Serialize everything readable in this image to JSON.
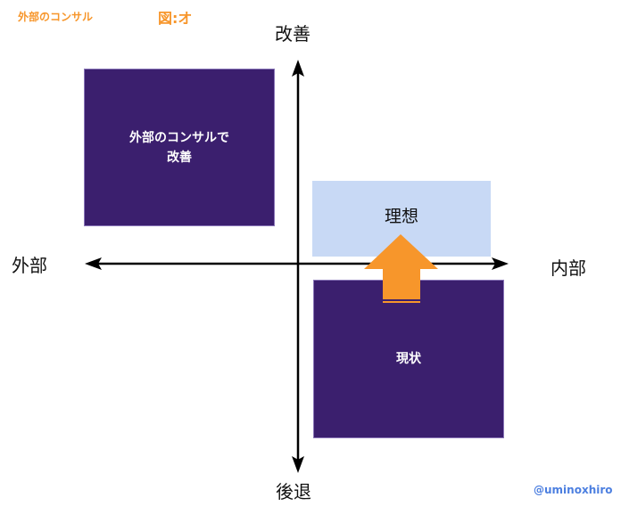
{
  "header": {
    "title": "外部のコンサル",
    "figure_label": "図:オ"
  },
  "axes": {
    "top": "改善",
    "bottom": "後退",
    "left": "外部",
    "right": "内部"
  },
  "boxes": {
    "external_consultant": {
      "line1": "外部のコンサルで",
      "line2": "改善"
    },
    "ideal": "理想",
    "current": "現状"
  },
  "credit": "@uminoxhiro",
  "colors": {
    "accent_orange": "#f7962b",
    "dark_box": "#3b1f6e",
    "light_box": "#c8d9f5",
    "credit_blue": "#4c7fe0"
  }
}
